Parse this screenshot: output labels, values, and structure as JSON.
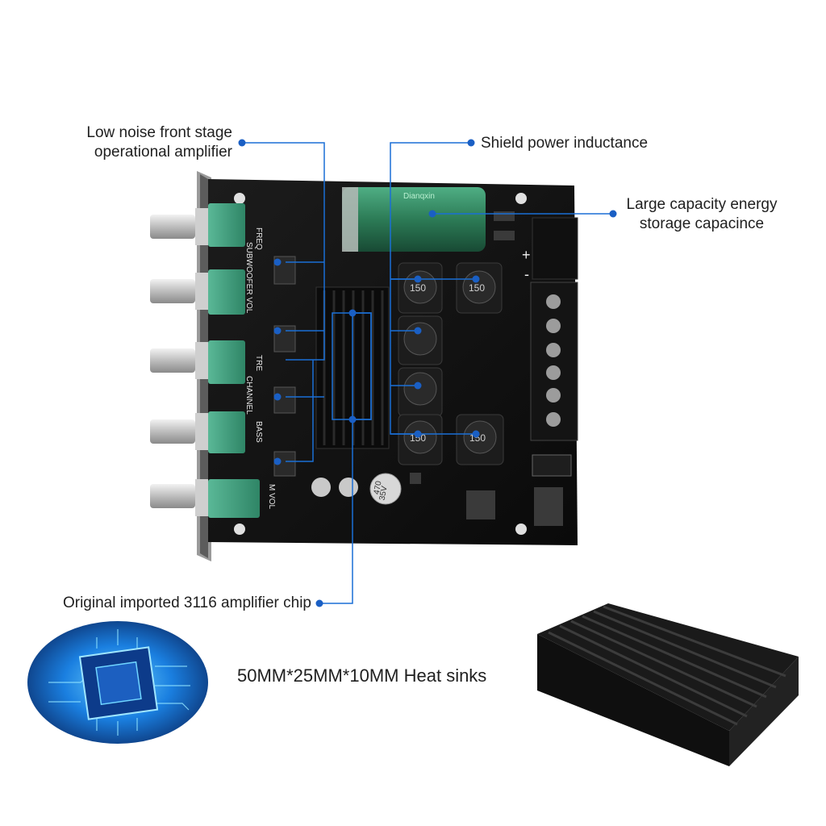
{
  "callouts": {
    "op_amp": {
      "line1": "Low noise front stage",
      "line2": "operational amplifier"
    },
    "inductance": {
      "text": "Shield power inductance"
    },
    "capacitor": {
      "line1": "Large capacity energy",
      "line2": "storage capacince"
    },
    "chip": {
      "text": "Original imported 3116 amplifier chip"
    }
  },
  "heatsink": {
    "text": "50MM*25MM*10MM Heat sinks"
  },
  "board_text": {
    "knob_labels": [
      "FREQ",
      "SUBWOOFER VOL",
      "TRE",
      "CHANNEL",
      "BASS",
      "M VOL"
    ],
    "inductor_marking": "150",
    "capacitor_brand": "Dianqxin",
    "small_cap_marking": [
      "470",
      "35V"
    ],
    "plus_sign": "+",
    "minus_sign": "-"
  },
  "colors": {
    "callout_line": "#1a6fd6",
    "callout_dot": "#1a5fc4",
    "pcb": "#121212",
    "knob_pot": "#3f9e7c",
    "capacitor": "#2f7a56",
    "chip_glow": "#1aa0ff"
  }
}
